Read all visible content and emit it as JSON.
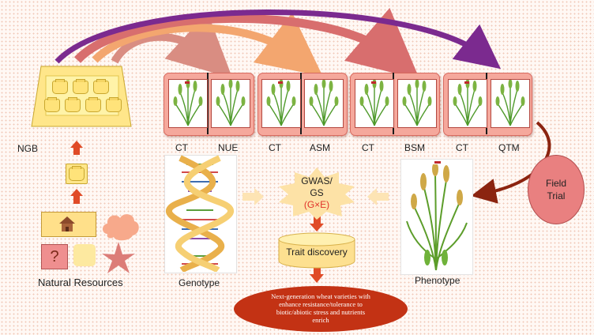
{
  "ngb": {
    "label": "NGB"
  },
  "natural_resources": {
    "label": "Natural Resources"
  },
  "pairs": [
    {
      "left": "CT",
      "right": "NUE"
    },
    {
      "left": "CT",
      "right": "ASM"
    },
    {
      "left": "CT",
      "right": "BSM"
    },
    {
      "left": "CT",
      "right": "QTM"
    }
  ],
  "field_trial": {
    "line1": "Field",
    "line2": "Trial"
  },
  "genotype": {
    "label": "Genotype"
  },
  "phenotype": {
    "label": "Phenotype"
  },
  "gwas": {
    "line1": "GWAS/",
    "line2": "GS",
    "line3": "(G×E)"
  },
  "trait_discovery": {
    "label": "Trait discovery"
  },
  "outcome": {
    "line1": "Next-generation  wheat  varieties  with",
    "line2": "enhance resistance/tolerance to",
    "line3": "biotic/abiotic stress and nutrients",
    "line4": "enrich"
  },
  "colors": {
    "tray_fill": "#f5a89c",
    "tray_edge": "#d96b60",
    "arrow_1": "#d98d82",
    "arrow_2": "#f3a66f",
    "arrow_3": "#d86e6e",
    "arrow_4": "#7b2a8f",
    "red_accent": "#d9472b",
    "oval": "#c33214",
    "field_trial_circle": "#e98080",
    "ngb_fill": "#ffe68a"
  }
}
